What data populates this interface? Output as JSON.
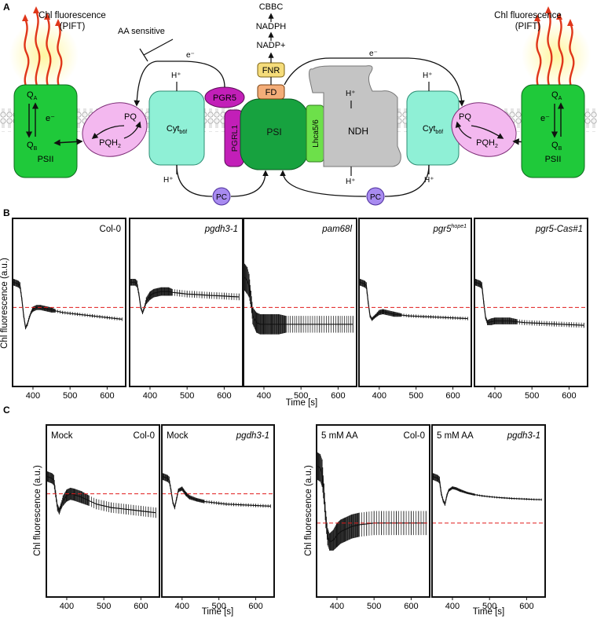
{
  "panels": {
    "a": "A",
    "b": "B",
    "c": "C"
  },
  "diagram": {
    "pift_left": [
      "Chl fluorescence",
      "(PIFT)"
    ],
    "pift_right": [
      "Chl fluorescence",
      "(PIFT)"
    ],
    "aa_sensitive": "AA sensitive",
    "electron": "e⁻",
    "psii": "PSII",
    "qa": "Q",
    "qa_sub": "A",
    "qb": "Q",
    "qb_sub": "B",
    "pq": "PQ",
    "pqh2": "PQH",
    "pqh2_sub": "2",
    "cyt": "Cyt",
    "cyt_sub": "b6f",
    "h_plus": "H⁺",
    "pgr5": "PGR5",
    "pgrl1": "PGRL1",
    "psi": "PSI",
    "lhca": "Lhca5/6",
    "ndh": "NDH",
    "fd": "FD",
    "fnr": "FNR",
    "nadp": "NADP+",
    "nadph": "NADPH",
    "cbbc": "CBBC",
    "pc": "PC"
  },
  "colors": {
    "psii_green": "#1fc93a",
    "pq_pink": "#f3b8ef",
    "cyt_teal": "#8ff0d6",
    "pgr5_purple": "#c21fb8",
    "psi_green": "#17a23f",
    "lhca_green": "#6de04a",
    "ndh_gray": "#c4c4c4",
    "fd_orange": "#f4ad78",
    "fnr_yellow": "#f5dc7a",
    "pc_purple": "#a88bf0",
    "reference_line": "#e01b1b",
    "flame": "#e0361a"
  },
  "chart_data": [
    {
      "type": "line",
      "panel": "B",
      "title": "Col-0",
      "title_italic": false,
      "ylabel": "Chl fluorescence (a.u.)",
      "xlabel": "",
      "xlim": [
        345,
        650
      ],
      "xticks": [
        400,
        500,
        600
      ],
      "ylim": [
        0,
        1
      ],
      "reference_y": 0.47,
      "x": [
        348,
        360,
        365,
        370,
        375,
        380,
        385,
        390,
        395,
        400,
        410,
        420,
        430,
        440,
        450,
        460,
        480,
        500,
        520,
        540,
        560,
        580,
        600,
        620,
        640
      ],
      "y": [
        0.62,
        0.61,
        0.6,
        0.52,
        0.42,
        0.35,
        0.37,
        0.41,
        0.44,
        0.46,
        0.47,
        0.47,
        0.465,
        0.46,
        0.455,
        0.45,
        0.44,
        0.435,
        0.43,
        0.425,
        0.42,
        0.415,
        0.41,
        0.405,
        0.4
      ],
      "error": [
        0.02,
        0.02,
        0.02,
        0.01,
        0.01,
        0.01,
        0.01,
        0.01,
        0.01,
        0.015,
        0.015,
        0.015,
        0.015,
        0.015,
        0.015,
        0.01,
        0.01,
        0.01,
        0.01,
        0.01,
        0.01,
        0.01,
        0.01,
        0.01,
        0.01
      ]
    },
    {
      "type": "line",
      "panel": "B",
      "title": "pgdh3-1",
      "title_italic": true,
      "xlabel": "",
      "xlim": [
        345,
        650
      ],
      "xticks": [
        400,
        500,
        600
      ],
      "ylim": [
        0,
        1
      ],
      "reference_y": 0.47,
      "x": [
        348,
        360,
        365,
        370,
        375,
        380,
        385,
        390,
        400,
        410,
        420,
        430,
        440,
        450,
        460,
        480,
        500,
        520,
        540,
        560,
        580,
        600,
        620,
        640
      ],
      "y": [
        0.62,
        0.62,
        0.61,
        0.55,
        0.47,
        0.44,
        0.47,
        0.51,
        0.54,
        0.555,
        0.56,
        0.565,
        0.565,
        0.565,
        0.56,
        0.555,
        0.55,
        0.548,
        0.545,
        0.542,
        0.54,
        0.538,
        0.535,
        0.533
      ],
      "error": [
        0.02,
        0.02,
        0.02,
        0.01,
        0.01,
        0.01,
        0.01,
        0.02,
        0.025,
        0.025,
        0.025,
        0.025,
        0.025,
        0.025,
        0.02,
        0.02,
        0.02,
        0.02,
        0.02,
        0.02,
        0.02,
        0.02,
        0.02,
        0.02
      ]
    },
    {
      "type": "line",
      "panel": "B",
      "title": "pam68l",
      "title_italic": true,
      "xlabel": "Time [s]",
      "xlim": [
        345,
        650
      ],
      "xticks": [
        400,
        500,
        600
      ],
      "ylim": [
        0,
        1
      ],
      "reference_y": 0.47,
      "x": [
        348,
        355,
        360,
        365,
        370,
        380,
        390,
        400,
        420,
        440,
        460,
        500,
        550,
        600,
        640
      ],
      "y": [
        0.65,
        0.63,
        0.6,
        0.52,
        0.42,
        0.38,
        0.37,
        0.37,
        0.37,
        0.37,
        0.37,
        0.37,
        0.37,
        0.37,
        0.37
      ],
      "error": [
        0.08,
        0.08,
        0.07,
        0.05,
        0.05,
        0.06,
        0.06,
        0.06,
        0.06,
        0.06,
        0.05,
        0.05,
        0.05,
        0.05,
        0.05
      ]
    },
    {
      "type": "line",
      "panel": "B",
      "title": "pgr5",
      "title_sup": "hope1",
      "title_italic": true,
      "xlabel": "",
      "xlim": [
        345,
        650
      ],
      "xticks": [
        400,
        500,
        600
      ],
      "ylim": [
        0,
        1
      ],
      "reference_y": 0.47,
      "x": [
        348,
        360,
        365,
        370,
        375,
        380,
        390,
        400,
        410,
        420,
        440,
        460,
        480,
        500,
        520,
        540,
        560,
        580,
        600,
        620,
        640
      ],
      "y": [
        0.62,
        0.61,
        0.6,
        0.5,
        0.42,
        0.4,
        0.42,
        0.44,
        0.445,
        0.44,
        0.43,
        0.425,
        0.42,
        0.418,
        0.416,
        0.414,
        0.412,
        0.41,
        0.408,
        0.406,
        0.404
      ],
      "error": [
        0.02,
        0.02,
        0.02,
        0.01,
        0.01,
        0.01,
        0.01,
        0.015,
        0.015,
        0.015,
        0.015,
        0.01,
        0.01,
        0.01,
        0.01,
        0.01,
        0.01,
        0.01,
        0.01,
        0.01,
        0.01
      ]
    },
    {
      "type": "line",
      "panel": "B",
      "title": "pgr5-Cas#1",
      "title_italic": true,
      "xlabel": "",
      "xlim": [
        345,
        650
      ],
      "xticks": [
        400,
        500,
        600
      ],
      "ylim": [
        0,
        1
      ],
      "reference_y": 0.47,
      "x": [
        348,
        360,
        365,
        370,
        375,
        380,
        390,
        400,
        420,
        440,
        460,
        480,
        500,
        520,
        540,
        560,
        580,
        600,
        620,
        640
      ],
      "y": [
        0.62,
        0.61,
        0.6,
        0.5,
        0.41,
        0.38,
        0.385,
        0.39,
        0.39,
        0.39,
        0.385,
        0.38,
        0.378,
        0.376,
        0.374,
        0.372,
        0.37,
        0.368,
        0.366,
        0.364
      ],
      "error": [
        0.02,
        0.02,
        0.02,
        0.01,
        0.01,
        0.015,
        0.02,
        0.02,
        0.02,
        0.02,
        0.015,
        0.015,
        0.015,
        0.015,
        0.015,
        0.015,
        0.015,
        0.015,
        0.015,
        0.015
      ]
    },
    {
      "type": "line",
      "panel": "C",
      "title": "Col-0",
      "label_left": "Mock",
      "title_italic": false,
      "ylabel": "Chl fluorescence (a.u.)",
      "xlabel": "",
      "xlim": [
        345,
        650
      ],
      "xticks": [
        400,
        500,
        600
      ],
      "ylim": [
        0,
        1
      ],
      "reference_y": 0.6,
      "x": [
        348,
        360,
        365,
        370,
        375,
        380,
        385,
        390,
        400,
        410,
        420,
        440,
        460,
        480,
        500,
        520,
        540,
        560,
        580,
        600,
        620,
        640
      ],
      "y": [
        0.7,
        0.69,
        0.68,
        0.6,
        0.52,
        0.5,
        0.53,
        0.56,
        0.59,
        0.6,
        0.595,
        0.58,
        0.56,
        0.54,
        0.53,
        0.52,
        0.515,
        0.51,
        0.505,
        0.5,
        0.495,
        0.49
      ],
      "error": [
        0.03,
        0.03,
        0.03,
        0.02,
        0.02,
        0.02,
        0.02,
        0.03,
        0.035,
        0.035,
        0.035,
        0.035,
        0.03,
        0.03,
        0.03,
        0.03,
        0.03,
        0.03,
        0.03,
        0.03,
        0.03,
        0.03
      ]
    },
    {
      "type": "line",
      "panel": "C",
      "title": "pgdh3-1",
      "label_left": "Mock",
      "title_italic": true,
      "xlabel": "Time [s]",
      "xlim": [
        345,
        650
      ],
      "xticks": [
        400,
        500,
        600
      ],
      "ylim": [
        0,
        1
      ],
      "reference_y": 0.6,
      "x": [
        348,
        360,
        365,
        370,
        375,
        380,
        385,
        390,
        400,
        410,
        420,
        440,
        460,
        480,
        500,
        520,
        540,
        560,
        580,
        600,
        620,
        640
      ],
      "y": [
        0.7,
        0.69,
        0.68,
        0.62,
        0.55,
        0.52,
        0.57,
        0.62,
        0.63,
        0.6,
        0.58,
        0.565,
        0.555,
        0.55,
        0.545,
        0.54,
        0.538,
        0.536,
        0.534,
        0.532,
        0.53,
        0.528
      ],
      "error": [
        0.02,
        0.02,
        0.02,
        0.01,
        0.01,
        0.01,
        0.01,
        0.01,
        0.012,
        0.012,
        0.012,
        0.01,
        0.01,
        0.01,
        0.01,
        0.01,
        0.01,
        0.01,
        0.01,
        0.01,
        0.01,
        0.01
      ]
    },
    {
      "type": "line",
      "panel": "C",
      "title": "Col-0",
      "label_left": "5 mM AA",
      "title_italic": false,
      "ylabel": "Chl fluorescence (a.u.)",
      "xlabel": "",
      "xlim": [
        345,
        650
      ],
      "xticks": [
        400,
        500,
        600
      ],
      "ylim": [
        0,
        1
      ],
      "reference_y": 0.43,
      "x": [
        348,
        355,
        360,
        365,
        370,
        375,
        380,
        390,
        400,
        410,
        420,
        440,
        460,
        480,
        500,
        520,
        540,
        560,
        580,
        600,
        620,
        640
      ],
      "y": [
        0.76,
        0.75,
        0.72,
        0.6,
        0.45,
        0.35,
        0.32,
        0.33,
        0.36,
        0.38,
        0.39,
        0.41,
        0.42,
        0.425,
        0.43,
        0.43,
        0.43,
        0.43,
        0.43,
        0.43,
        0.43,
        0.43
      ],
      "error": [
        0.08,
        0.08,
        0.08,
        0.06,
        0.05,
        0.05,
        0.05,
        0.06,
        0.07,
        0.07,
        0.07,
        0.07,
        0.07,
        0.07,
        0.07,
        0.07,
        0.07,
        0.07,
        0.07,
        0.07,
        0.07,
        0.07
      ]
    },
    {
      "type": "line",
      "panel": "C",
      "title": "pgdh3-1",
      "label_left": "5 mM AA",
      "title_italic": true,
      "xlabel": "Time [s]",
      "xlim": [
        345,
        650
      ],
      "xticks": [
        400,
        500,
        600
      ],
      "ylim": [
        0,
        1
      ],
      "reference_y": 0.43,
      "x": [
        348,
        360,
        365,
        370,
        375,
        380,
        385,
        390,
        400,
        410,
        420,
        440,
        460,
        480,
        500,
        520,
        540,
        560,
        580,
        600,
        620,
        640
      ],
      "y": [
        0.7,
        0.69,
        0.68,
        0.6,
        0.56,
        0.54,
        0.59,
        0.62,
        0.635,
        0.63,
        0.62,
        0.605,
        0.595,
        0.588,
        0.583,
        0.579,
        0.576,
        0.573,
        0.571,
        0.569,
        0.567,
        0.566
      ],
      "error": [
        0.02,
        0.02,
        0.02,
        0.01,
        0.01,
        0.01,
        0.01,
        0.008,
        0.008,
        0.008,
        0.008,
        0.006,
        0.006,
        0.006,
        0.006,
        0.006,
        0.006,
        0.006,
        0.006,
        0.006,
        0.006,
        0.006
      ]
    }
  ]
}
